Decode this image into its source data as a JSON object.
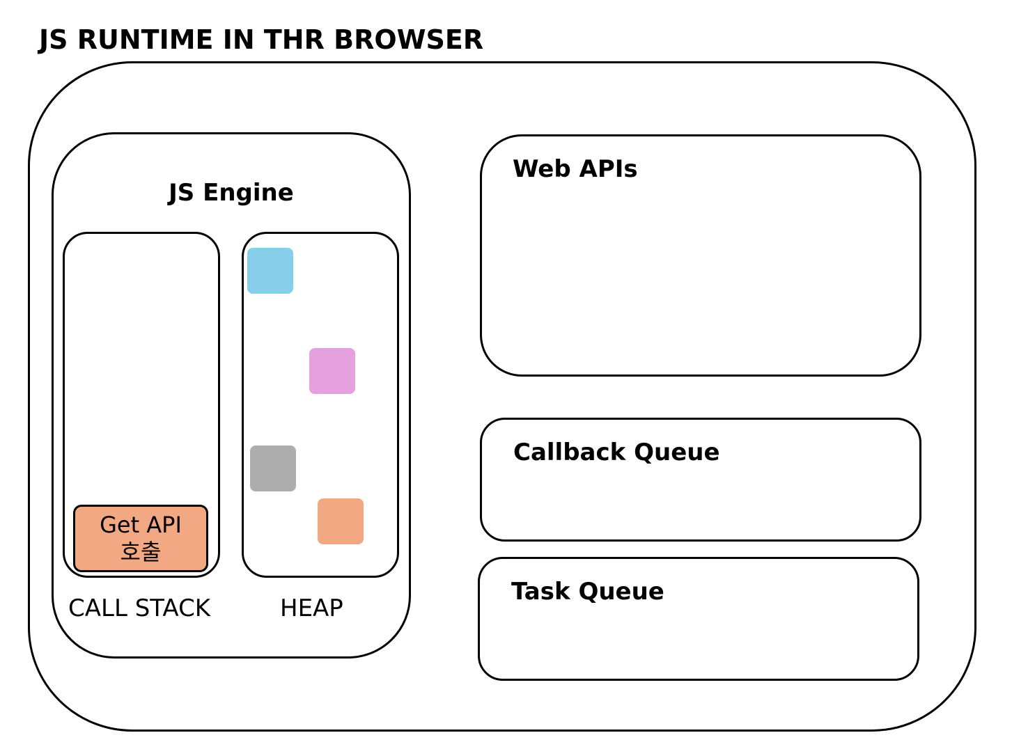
{
  "diagram": {
    "title": "JS RUNTIME IN THR BROWSER",
    "js_engine": {
      "label": "JS Engine",
      "call_stack": {
        "label": "CALL STACK",
        "frames": [
          {
            "line1": "Get API",
            "line2": "호출",
            "color": "#F2A983"
          }
        ]
      },
      "heap": {
        "label": "HEAP",
        "objects": [
          {
            "color": "#87CEEB"
          },
          {
            "color": "#E4A1DD"
          },
          {
            "color": "#ADADAD"
          },
          {
            "color": "#F2A983"
          }
        ]
      }
    },
    "web_apis": {
      "label": "Web APIs"
    },
    "callback_queue": {
      "label": "Callback Queue"
    },
    "task_queue": {
      "label": "Task Queue"
    }
  }
}
